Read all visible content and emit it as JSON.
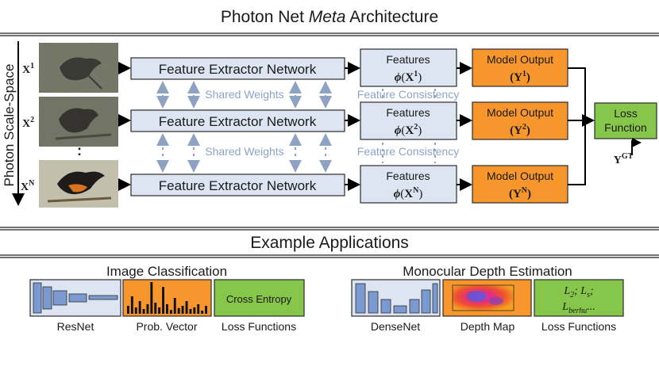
{
  "title_plain": "Photon Net ",
  "title_italic": "Meta",
  "title_rest": " Architecture",
  "axis_label": "Photon Scale-Space",
  "inputs": [
    {
      "base": "X",
      "sup": "1"
    },
    {
      "base": "X",
      "sup": "2"
    },
    {
      "base": "X",
      "sup": "N"
    }
  ],
  "ellipsis": ":",
  "extractor_label": "Feature Extractor Network",
  "shared_weights": "Shared Weights",
  "feature_consistency": "Feature Consistency",
  "features_label": "Features",
  "phi": "ϕ",
  "output_label": "Model Output",
  "loss_label_line1": "Loss",
  "loss_label_line2": "Function",
  "gt": {
    "base": "Y",
    "sup": "GT"
  },
  "applications_title": "Example Applications",
  "classification": {
    "title": "Image Classification",
    "captions": [
      "ResNet",
      "Prob. Vector",
      "Loss Functions"
    ],
    "loss_text": "Cross Entropy",
    "prob_bars": [
      0.25,
      0.55,
      0.2,
      0.4,
      0.15,
      0.3,
      1.0,
      0.35,
      0.2,
      0.85,
      0.3,
      0.12,
      0.5,
      0.18,
      0.25,
      0.4,
      0.15,
      0.2,
      0.3,
      0.1,
      0.25
    ]
  },
  "depth": {
    "title": "Monocular Depth Estimation",
    "captions": [
      "DenseNet",
      "Depth Map",
      "Loss Functions"
    ],
    "loss_line1_parts": [
      "L",
      "2",
      "; ",
      "L",
      "s",
      ";"
    ],
    "loss_line2_parts": [
      "L",
      "berhu",
      "..."
    ]
  },
  "colors": {
    "blue_box": "#dde5f3",
    "orange_box": "#f7962d",
    "green_box": "#86c64a",
    "faint_text": "#8ea3c4",
    "net_block": "#7a9ad1"
  }
}
